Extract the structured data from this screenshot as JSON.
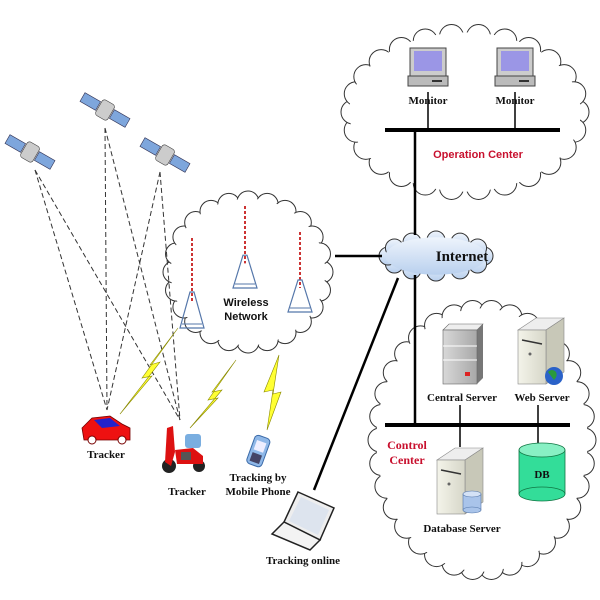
{
  "operation_center": {
    "monitors": [
      "Monitor",
      "Monitor"
    ],
    "label": "Operation Center"
  },
  "internet": {
    "label": "Internet"
  },
  "wireless": {
    "label_line1": "Wireless",
    "label_line2": "Network"
  },
  "trackers": {
    "car": "Tracker",
    "scooter": "Tracker",
    "phone_line1": "Tracking by",
    "phone_line2": "Mobile Phone",
    "laptop": "Tracking online"
  },
  "control_center": {
    "label_line1": "Control",
    "label_line2": "Center",
    "central_server": "Central Server",
    "web_server": "Web Server",
    "database_server": "Database Server",
    "db": "DB"
  },
  "colors": {
    "accent_red": "#c8102e",
    "cloud_fill": "#dbe8f8",
    "lightning": "#ffff33",
    "db_green": "#33dd99"
  }
}
